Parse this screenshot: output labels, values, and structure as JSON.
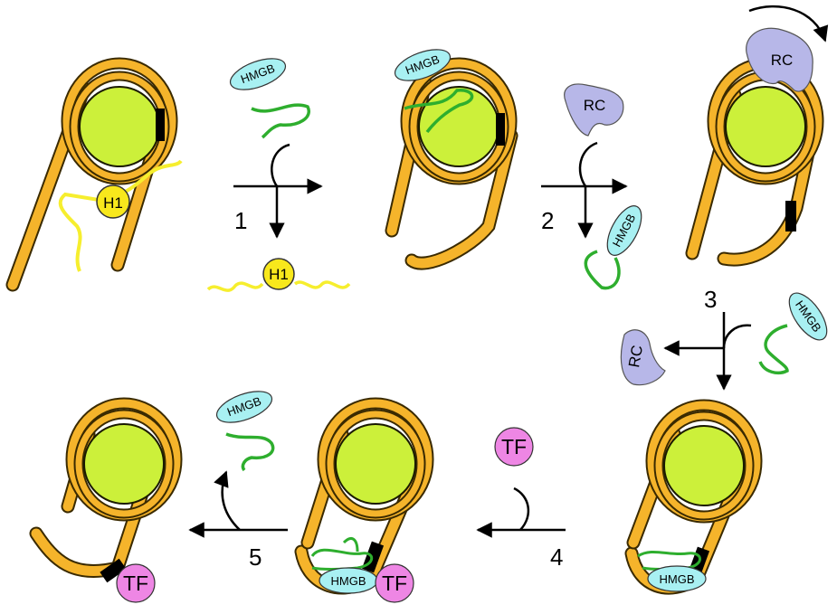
{
  "steps": [
    "1",
    "2",
    "3",
    "4",
    "5"
  ],
  "labels": {
    "h1": "H1",
    "hmgb": "HMGB",
    "rc": "RC",
    "tf": "TF"
  },
  "colors": {
    "dna": "#F5B42B",
    "dna_outline": "#3a2a00",
    "histone_core": "#CCF03A",
    "h1": "#F8E81C",
    "h1_tail": "#F6EE2E",
    "hmgb": "#A8F0F2",
    "hmgb_tail": "#2EAE2E",
    "rc": "#B7B7E8",
    "tf": "#EE86E4",
    "arrow": "#000000",
    "mark": "#000000"
  }
}
